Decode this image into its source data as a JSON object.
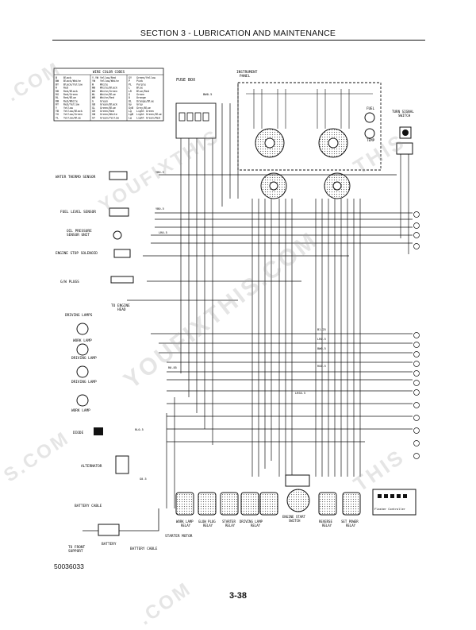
{
  "header": {
    "section_title": "SECTION 3 - LUBRICATION AND MAINTENANCE"
  },
  "footer": {
    "doc_code": "50036033",
    "page_number": "3-38"
  },
  "watermarks": [
    "YOUFIXTHIS",
    "YOUFIXTHIS.COM",
    ".COM",
    "S.COM",
    "THIS"
  ],
  "color_table": {
    "title": "WIRE COLOR CODES",
    "rows": [
      [
        "B",
        "Black",
        "Y.YW",
        "Yellow/Red",
        "GY",
        "Green/Yellow"
      ],
      [
        "BW",
        "Black/White",
        "YW",
        "Yellow/White",
        "P",
        "Pink"
      ],
      [
        "BY",
        "Black/Yellow",
        "W",
        "White",
        "PL",
        "Purple"
      ],
      [
        "R",
        "Red",
        "WB",
        "White/Black",
        "L",
        "Blue"
      ],
      [
        "RB",
        "Red/Black",
        "WG",
        "White/Green",
        "LR",
        "Blue/Red"
      ],
      [
        "RG",
        "Red/Green",
        "WL",
        "White/Blue",
        "G",
        "Green"
      ],
      [
        "RL",
        "Red/Blue",
        "WR",
        "White/Red",
        "O",
        "Orange"
      ],
      [
        "RW",
        "Red/White",
        "G",
        "Green",
        "OL",
        "Orange/Blue"
      ],
      [
        "RY",
        "Red/Yellow",
        "GB",
        "Green/Black",
        "Gy",
        "Grey"
      ],
      [
        "Y",
        "Yellow",
        "GL",
        "Green/Blue",
        "GyB",
        "Grey/Blue"
      ],
      [
        "YB",
        "Yellow/Black",
        "GR",
        "Green/Red",
        "Lg",
        "Light Green"
      ],
      [
        "YG",
        "Yellow/Green",
        "GW",
        "Green/White",
        "LgB",
        "Light Green/Blue"
      ],
      [
        "YL",
        "Yellow/Blue",
        "GY",
        "Green/Yellow",
        "Lg",
        "Light Green/Red"
      ]
    ]
  },
  "labels": {
    "fuse_box": "FUSE BOX",
    "instrument_panel": "INSTRUMENT\nPANEL",
    "fuel": "FUEL",
    "temp": "TEMP",
    "turn_signal_switch": "TURN SIGNAL\nSWITCH",
    "water_thermo_sensor": "WATER THERMO SENSOR",
    "fuel_level_sensor": "FUEL LEVEL SENSOR",
    "oil_pressure_sensor": "OIL PRESSURE\nSENSOR UNIT",
    "engine_stop_solenoid": "ENGINE STOP SOLENOID",
    "glow_plugs": "G/W PLUGS",
    "to_engine_head": "TO ENGINE\nHEAD",
    "driving_lamps": "DRIVING LAMPS",
    "work_lamp_1": "WORK LAMP",
    "driving_lamp_1": "DRIVING LAMP",
    "driving_lamp_2": "DRIVING LAMP",
    "work_lamp_2": "WORK LAMP",
    "diode": "DIODE",
    "alternator": "ALTERNATOR",
    "battery_cable_1": "BATTERY CABLE",
    "battery": "BATTERY",
    "to_front_support": "TO FRONT\nSUPPORT",
    "battery_cable_2": "BATTERY CABLE",
    "starter_motor": "STARTER MOTOR",
    "work_lamp_relay": "WORK LAMP\nRELAY",
    "glow_plug_relay": "GLOW PLUG\nRELAY",
    "starter_relay": "STARTER\nRELAY",
    "driving_lamp_relay": "DRIVING LAMP\nRELAY",
    "engine_start_switch": "ENGINE START\nSWITCH",
    "reverse_relay": "REVERSE\nRELAY",
    "set_power_relay": "SET POWER\nRELAY",
    "flasher_controller": "Flasher Controller"
  },
  "wire_codes": {
    "w1": "YB0.5",
    "w2": "YB0.5",
    "w3": "LR0.5",
    "w4": "B1.25",
    "w5": "LR0.5",
    "w6": "BW0.5",
    "w7": "R0.85",
    "w8": "RG0.5",
    "w9": "LRS0.5",
    "w10": "RL0.5",
    "w11": "G0.5"
  }
}
